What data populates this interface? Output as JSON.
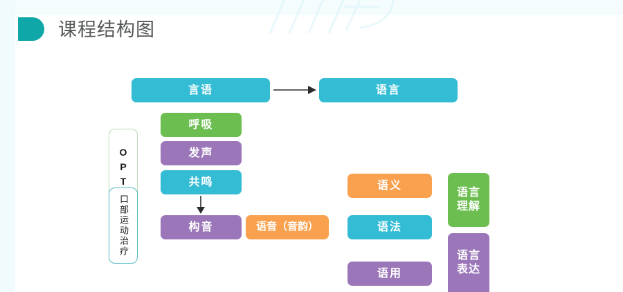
{
  "header": {
    "logo_icon": "d-shape-logo",
    "title": "课程结构图"
  },
  "diagram": {
    "nodes": [
      {
        "id": "speech",
        "label": "言语",
        "color": "#33bcd3"
      },
      {
        "id": "language",
        "label": "语言",
        "color": "#33bcd3"
      },
      {
        "id": "breathing",
        "label": "呼吸",
        "color": "#6cbe50"
      },
      {
        "id": "phonation",
        "label": "发声",
        "color": "#9b76b9"
      },
      {
        "id": "resonance",
        "label": "共鸣",
        "color": "#33bcd3"
      },
      {
        "id": "articulation",
        "label": "构音",
        "color": "#9b76b9"
      },
      {
        "id": "phonology",
        "label": "语音（音韵）",
        "color": "#f9a14e"
      },
      {
        "id": "semantics",
        "label": "语义",
        "color": "#f9a14e"
      },
      {
        "id": "grammar",
        "label": "语法",
        "color": "#33bcd3"
      },
      {
        "id": "pragmatics",
        "label": "语用",
        "color": "#9b76b9"
      },
      {
        "id": "comprehension",
        "line1": "语言",
        "line2": "理解",
        "color": "#6cbe50"
      },
      {
        "id": "expression",
        "line1": "语言",
        "line2": "表达",
        "color": "#9b76b9"
      }
    ],
    "brackets": [
      {
        "id": "opt",
        "letters": [
          "O",
          "P",
          "T"
        ],
        "border_color": "#b7dcb1"
      },
      {
        "id": "oral",
        "label": "口部运动治疗",
        "border_color": "#4fb8c4"
      }
    ],
    "arrows": [
      {
        "id": "speech-to-language",
        "icon": "arrow-right-icon"
      },
      {
        "id": "resonance-to-articulation",
        "icon": "arrow-down-icon"
      }
    ]
  },
  "theme": {
    "accent": "#0fa7a7",
    "title_color": "#555759",
    "background": "#ffffff",
    "strip": "#f1fbfd"
  }
}
